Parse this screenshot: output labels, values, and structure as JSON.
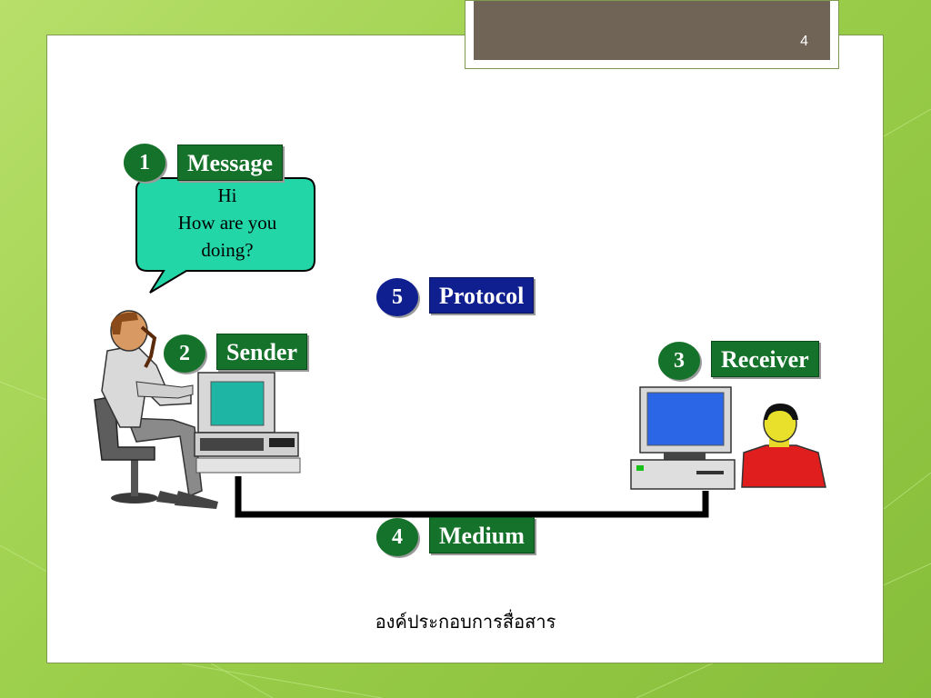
{
  "page_number": "4",
  "components": {
    "message": {
      "number": "1",
      "label": "Message"
    },
    "sender": {
      "number": "2",
      "label": "Sender"
    },
    "receiver": {
      "number": "3",
      "label": "Receiver"
    },
    "medium": {
      "number": "4",
      "label": "Medium"
    },
    "protocol": {
      "number": "5",
      "label": "Protocol"
    }
  },
  "bubble": {
    "line1": "Hi",
    "line2": "How are you",
    "line3": "doing?"
  },
  "caption": "องค์ประกอบการสื่อสาร",
  "colors": {
    "badge_green": "#15722a",
    "badge_blue": "#0f1f8f",
    "bubble_fill": "#22d6a8",
    "frame_dark": "#6f6455"
  },
  "icons": [
    "person-at-computer-icon",
    "computer-icon",
    "receiver-person-icon",
    "speech-bubble-icon"
  ]
}
